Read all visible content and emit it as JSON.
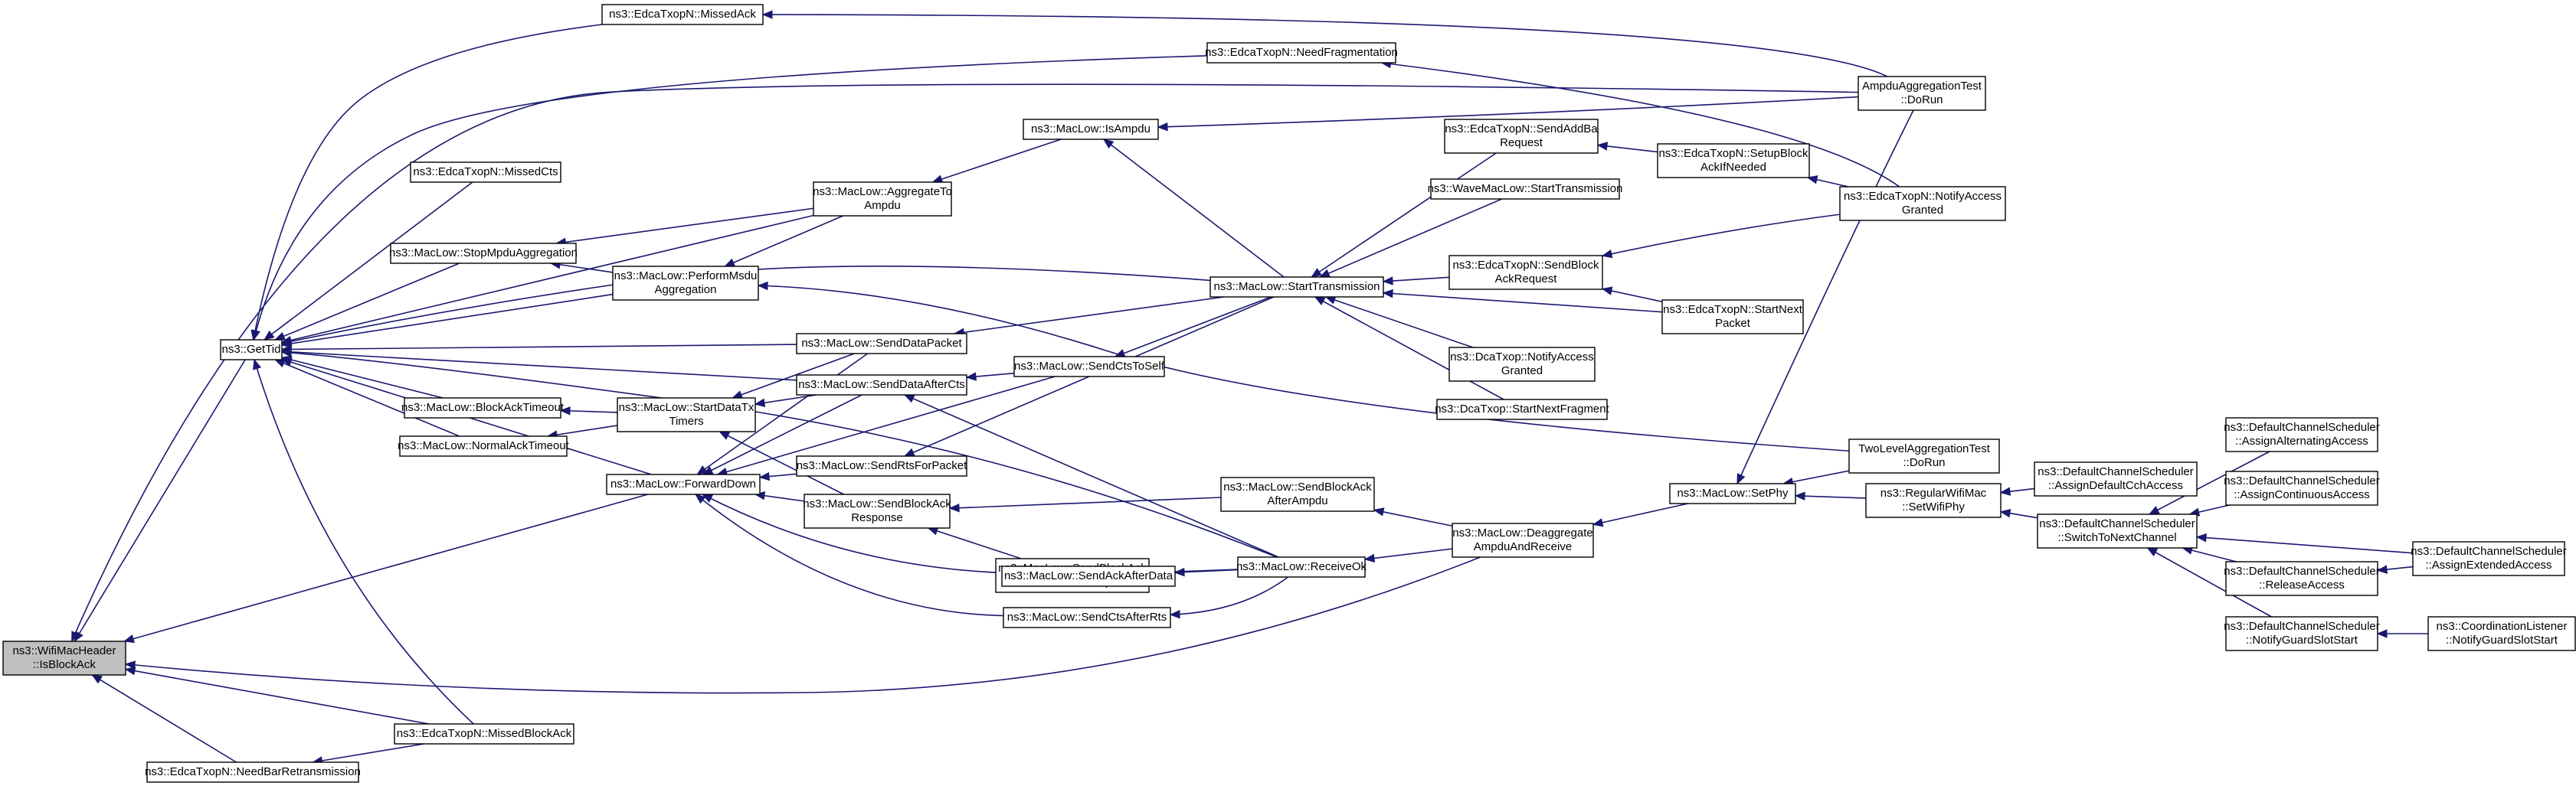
{
  "graph": {
    "colors": {
      "edge": "#191970",
      "node_border": "#000000",
      "root_fill": "#bfbfbf",
      "node_fill": "#ffffff"
    },
    "nodes": [
      {
        "id": "isblockack",
        "lines": [
          "ns3::WifiMacHeader",
          "::IsBlockAck"
        ],
        "root": true
      },
      {
        "id": "gettid",
        "lines": [
          "ns3::GetTid"
        ]
      },
      {
        "id": "needbarretx",
        "lines": [
          "ns3::EdcaTxopN::NeedBarRetransmission"
        ]
      },
      {
        "id": "missedblockack",
        "lines": [
          "ns3::EdcaTxopN::MissedBlockAck"
        ]
      },
      {
        "id": "missedack",
        "lines": [
          "ns3::EdcaTxopN::MissedAck"
        ]
      },
      {
        "id": "needfrag",
        "lines": [
          "ns3::EdcaTxopN::NeedFragmentation"
        ]
      },
      {
        "id": "missedcts",
        "lines": [
          "ns3::EdcaTxopN::MissedCts"
        ]
      },
      {
        "id": "stopmpdu",
        "lines": [
          "ns3::MacLow::StopMpduAggregation"
        ]
      },
      {
        "id": "blockacktimeout",
        "lines": [
          "ns3::MacLow::BlockAckTimeout"
        ]
      },
      {
        "id": "normalacktimeout",
        "lines": [
          "ns3::MacLow::NormalAckTimeout"
        ]
      },
      {
        "id": "forwarddown",
        "lines": [
          "ns3::MacLow::ForwardDown"
        ]
      },
      {
        "id": "aggtoampdu",
        "lines": [
          "ns3::MacLow::AggregateTo",
          "Ampdu"
        ]
      },
      {
        "id": "performmsdu",
        "lines": [
          "ns3::MacLow::PerformMsdu",
          "Aggregation"
        ]
      },
      {
        "id": "startdatatx",
        "lines": [
          "ns3::MacLow::StartDataTx",
          "Timers"
        ]
      },
      {
        "id": "isampdu",
        "lines": [
          "ns3::MacLow::IsAmpdu"
        ]
      },
      {
        "id": "senddatapacket",
        "lines": [
          "ns3::MacLow::SendDataPacket"
        ]
      },
      {
        "id": "senddataaftercts",
        "lines": [
          "ns3::MacLow::SendDataAfterCts"
        ]
      },
      {
        "id": "sendrtsforpacket",
        "lines": [
          "ns3::MacLow::SendRtsForPacket"
        ]
      },
      {
        "id": "sendblockackresp",
        "lines": [
          "ns3::MacLow::SendBlockAck",
          "Response"
        ]
      },
      {
        "id": "sendctstoself",
        "lines": [
          "ns3::MacLow::SendCtsToSelf"
        ]
      },
      {
        "id": "sendbaafterbar",
        "lines": [
          "ns3::MacLow::SendBlockAck",
          "AfterBlockAckRequest"
        ]
      },
      {
        "id": "sendackafterdata",
        "lines": [
          "ns3::MacLow::SendAckAfterData"
        ]
      },
      {
        "id": "sendctsafterrts",
        "lines": [
          "ns3::MacLow::SendCtsAfterRts"
        ]
      },
      {
        "id": "starttransmission",
        "lines": [
          "ns3::MacLow::StartTransmission"
        ]
      },
      {
        "id": "sendbaafterampdu",
        "lines": [
          "ns3::MacLow::SendBlockAck",
          "AfterAmpdu"
        ]
      },
      {
        "id": "receiveok",
        "lines": [
          "ns3::MacLow::ReceiveOk"
        ]
      },
      {
        "id": "sendaddbarequest",
        "lines": [
          "ns3::EdcaTxopN::SendAddBa",
          "Request"
        ]
      },
      {
        "id": "wavestarttx",
        "lines": [
          "ns3::WaveMacLow::StartTransmission"
        ]
      },
      {
        "id": "sendblockackreq",
        "lines": [
          "ns3::EdcaTxopN::SendBlock",
          "AckRequest"
        ]
      },
      {
        "id": "dcanotifyaccess",
        "lines": [
          "ns3::DcaTxop::NotifyAccess",
          "Granted"
        ]
      },
      {
        "id": "dcastartnextfrag",
        "lines": [
          "ns3::DcaTxop::StartNextFragment"
        ]
      },
      {
        "id": "deaggregate",
        "lines": [
          "ns3::MacLow::Deaggregate",
          "AmpduAndReceive"
        ]
      },
      {
        "id": "setupblockack",
        "lines": [
          "ns3::EdcaTxopN::SetupBlock",
          "AckIfNeeded"
        ]
      },
      {
        "id": "edcastartnext",
        "lines": [
          "ns3::EdcaTxopN::StartNext",
          "Packet"
        ]
      },
      {
        "id": "ampdutest",
        "lines": [
          "AmpduAggregationTest",
          "::DoRun"
        ]
      },
      {
        "id": "edcanotifyaccess",
        "lines": [
          "ns3::EdcaTxopN::NotifyAccess",
          "Granted"
        ]
      },
      {
        "id": "twoleveltest",
        "lines": [
          "TwoLevelAggregationTest",
          "::DoRun"
        ]
      },
      {
        "id": "setphy",
        "lines": [
          "ns3::MacLow::SetPhy"
        ]
      },
      {
        "id": "setwifiphy",
        "lines": [
          "ns3::RegularWifiMac",
          "::SetWifiPhy"
        ]
      },
      {
        "id": "assigndefaultcch",
        "lines": [
          "ns3::DefaultChannelScheduler",
          "::AssignDefaultCchAccess"
        ]
      },
      {
        "id": "switchtonext",
        "lines": [
          "ns3::DefaultChannelScheduler",
          "::SwitchToNextChannel"
        ]
      },
      {
        "id": "assignalternating",
        "lines": [
          "ns3::DefaultChannelScheduler",
          "::AssignAlternatingAccess"
        ]
      },
      {
        "id": "assigncontinuous",
        "lines": [
          "ns3::DefaultChannelScheduler",
          "::AssignContinuousAccess"
        ]
      },
      {
        "id": "releaseaccess",
        "lines": [
          "ns3::DefaultChannelScheduler",
          "::ReleaseAccess"
        ]
      },
      {
        "id": "notifyguardslot",
        "lines": [
          "ns3::DefaultChannelScheduler",
          "::NotifyGuardSlotStart"
        ]
      },
      {
        "id": "assignextended",
        "lines": [
          "ns3::DefaultChannelScheduler",
          "::AssignExtendedAccess"
        ]
      },
      {
        "id": "coordnotifyguard",
        "lines": [
          "ns3::CoordinationListener",
          "::NotifyGuardSlotStart"
        ]
      }
    ],
    "edges": [
      [
        "gettid",
        "isblockack"
      ],
      [
        "needbarretx",
        "isblockack"
      ],
      [
        "missedblockack",
        "isblockack"
      ],
      [
        "forwarddown",
        "isblockack"
      ],
      [
        "deaggregate",
        "isblockack"
      ],
      [
        "ampdutest",
        "isblockack"
      ],
      [
        "missedack",
        "gettid"
      ],
      [
        "needfrag",
        "gettid"
      ],
      [
        "missedcts",
        "gettid"
      ],
      [
        "stopmpdu",
        "gettid"
      ],
      [
        "blockacktimeout",
        "gettid"
      ],
      [
        "normalacktimeout",
        "gettid"
      ],
      [
        "forwarddown",
        "gettid"
      ],
      [
        "aggtoampdu",
        "gettid"
      ],
      [
        "performmsdu",
        "gettid"
      ],
      [
        "senddatapacket",
        "gettid"
      ],
      [
        "senddataaftercts",
        "gettid"
      ],
      [
        "starttransmission",
        "gettid"
      ],
      [
        "receiveok",
        "gettid"
      ],
      [
        "missedblockack",
        "gettid"
      ],
      [
        "missedblockack",
        "needbarretx"
      ],
      [
        "aggtoampdu",
        "stopmpdu"
      ],
      [
        "performmsdu",
        "stopmpdu"
      ],
      [
        "startdatatx",
        "blockacktimeout"
      ],
      [
        "startdatatx",
        "normalacktimeout"
      ],
      [
        "senddatapacket",
        "forwarddown"
      ],
      [
        "senddataaftercts",
        "forwarddown"
      ],
      [
        "sendrtsforpacket",
        "forwarddown"
      ],
      [
        "sendblockackresp",
        "forwarddown"
      ],
      [
        "sendctstoself",
        "forwarddown"
      ],
      [
        "sendackafterdata",
        "forwarddown"
      ],
      [
        "sendctsafterrts",
        "forwarddown"
      ],
      [
        "isampdu",
        "aggtoampdu"
      ],
      [
        "aggtoampdu",
        "performmsdu"
      ],
      [
        "twoleveltest",
        "performmsdu"
      ],
      [
        "senddatapacket",
        "startdatatx"
      ],
      [
        "senddataaftercts",
        "startdatatx"
      ],
      [
        "sendblockackresp",
        "startdatatx"
      ],
      [
        "starttransmission",
        "isampdu"
      ],
      [
        "ampdutest",
        "isampdu"
      ],
      [
        "starttransmission",
        "senddatapacket"
      ],
      [
        "sendctstoself",
        "senddataaftercts"
      ],
      [
        "receiveok",
        "senddataaftercts"
      ],
      [
        "starttransmission",
        "sendrtsforpacket"
      ],
      [
        "sendbaafterbar",
        "sendblockackresp"
      ],
      [
        "sendbaafterampdu",
        "sendblockackresp"
      ],
      [
        "starttransmission",
        "sendctstoself"
      ],
      [
        "receiveok",
        "sendbaafterbar"
      ],
      [
        "receiveok",
        "sendackafterdata"
      ],
      [
        "receiveok",
        "sendctsafterrts"
      ],
      [
        "sendaddbarequest",
        "starttransmission"
      ],
      [
        "wavestarttx",
        "starttransmission"
      ],
      [
        "sendblockackreq",
        "starttransmission"
      ],
      [
        "dcanotifyaccess",
        "starttransmission"
      ],
      [
        "dcastartnextfrag",
        "starttransmission"
      ],
      [
        "edcastartnext",
        "starttransmission"
      ],
      [
        "deaggregate",
        "sendbaafterampdu"
      ],
      [
        "deaggregate",
        "receiveok"
      ],
      [
        "setupblockack",
        "sendaddbarequest"
      ],
      [
        "edcanotifyaccess",
        "setupblockack"
      ],
      [
        "edcanotifyaccess",
        "sendblockackreq"
      ],
      [
        "edcastartnext",
        "sendblockackreq"
      ],
      [
        "ampdutest",
        "missedack"
      ],
      [
        "edcanotifyaccess",
        "needfrag"
      ],
      [
        "setphy",
        "deaggregate"
      ],
      [
        "ampdutest",
        "setphy"
      ],
      [
        "twoleveltest",
        "setphy"
      ],
      [
        "setwifiphy",
        "setphy"
      ],
      [
        "assigndefaultcch",
        "setwifiphy"
      ],
      [
        "switchtonext",
        "setwifiphy"
      ],
      [
        "assignalternating",
        "switchtonext"
      ],
      [
        "assigncontinuous",
        "switchtonext"
      ],
      [
        "releaseaccess",
        "switchtonext"
      ],
      [
        "notifyguardslot",
        "switchtonext"
      ],
      [
        "assignextended",
        "switchtonext"
      ],
      [
        "assignextended",
        "releaseaccess"
      ],
      [
        "coordnotifyguard",
        "notifyguardslot"
      ]
    ]
  }
}
